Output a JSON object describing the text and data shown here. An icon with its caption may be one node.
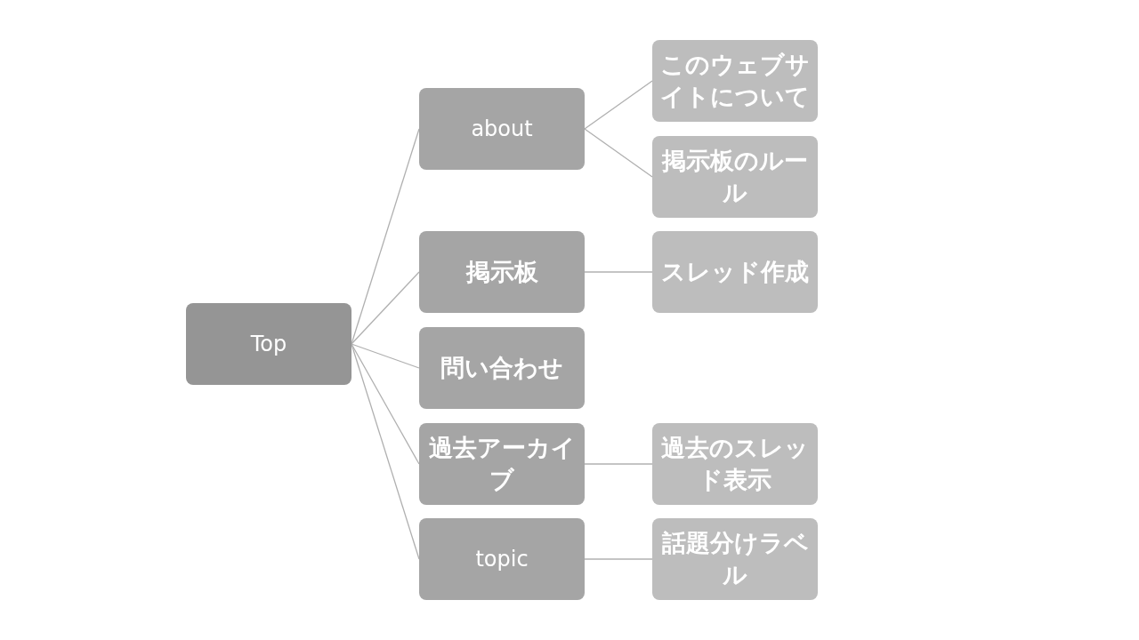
{
  "diagram": {
    "nodes": [
      {
        "text": [
          "Top"
        ]
      },
      {
        "text": [
          "about"
        ]
      },
      {
        "text": [
          "このウェブサイトについて"
        ]
      },
      {
        "text": [
          "掲示板のルール"
        ]
      },
      {
        "text": [
          "掲示板"
        ]
      },
      {
        "text": [
          "スレッド作成"
        ]
      },
      {
        "text": [
          "問い合わせ"
        ]
      },
      {
        "text": [
          "過去アーカイブ"
        ]
      },
      {
        "text": [
          "過去のスレッド表示"
        ]
      },
      {
        "text": [
          "topic"
        ]
      },
      {
        "text": [
          "話題分けラベル"
        ]
      }
    ],
    "edges": [
      {
        "from": 0,
        "to": 1,
        "arrow": "none"
      },
      {
        "from": 0,
        "to": 4,
        "arrow": "none"
      },
      {
        "from": 0,
        "to": 6,
        "arrow": "none"
      },
      {
        "from": 0,
        "to": 7,
        "arrow": "none"
      },
      {
        "from": 0,
        "to": 9,
        "arrow": "none"
      },
      {
        "from": 1,
        "to": 2,
        "arrow": "none"
      },
      {
        "from": 1,
        "to": 3,
        "arrow": "none"
      },
      {
        "from": 4,
        "to": 5,
        "arrow": "none"
      },
      {
        "from": 7,
        "to": 8,
        "arrow": "none"
      },
      {
        "from": 9,
        "to": 10,
        "arrow": "none"
      }
    ]
  }
}
